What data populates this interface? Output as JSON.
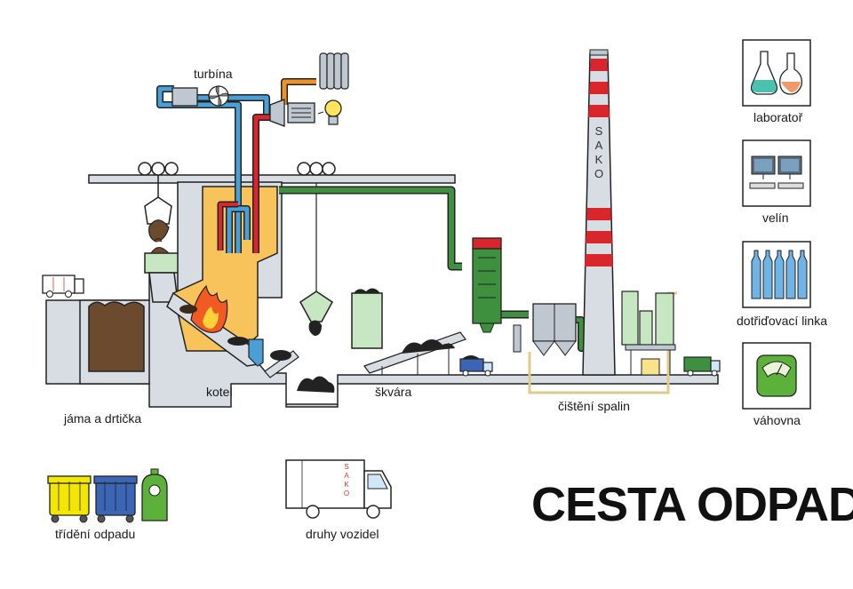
{
  "labels": {
    "turbine": "turbína",
    "pit": "jáma a drtička",
    "boiler": "kotel",
    "slag": "škvára",
    "flue_gas_cleaning": "čištění spalin",
    "laboratory": "laboratoř",
    "control_room": "velín",
    "sorting_line": "dotřiďovací linka",
    "weighbridge": "váhovna",
    "waste_sorting": "třídění odpadu",
    "vehicle_types": "druhy vozidel"
  },
  "chimney_text": [
    "S",
    "A",
    "K",
    "O"
  ],
  "truck_logo": [
    "S",
    "A",
    "K",
    "O"
  ],
  "title": "CESTA ODPADU",
  "colors": {
    "steam_blue": "#4a9fd6",
    "steam_red": "#d9262c",
    "condensate_orange": "#f0902a",
    "flue_green": "#3e8f3e",
    "boiler_yellow": "#f7c35a",
    "gray_structure": "#d7dde3",
    "waste_brown": "#6b4a2e",
    "flame_orange": "#f15a22",
    "bin_yellow": "#f3e600",
    "bin_blue": "#3a66b5",
    "bin_green": "#5bb13a"
  },
  "icons": [
    "laboratory-flasks-icon",
    "control-room-monitors-icon",
    "bottles-icon",
    "scale-icon",
    "turbine-fan-icon",
    "radiator-icon",
    "light-bulb-icon",
    "truck-icon",
    "bins-icon"
  ]
}
